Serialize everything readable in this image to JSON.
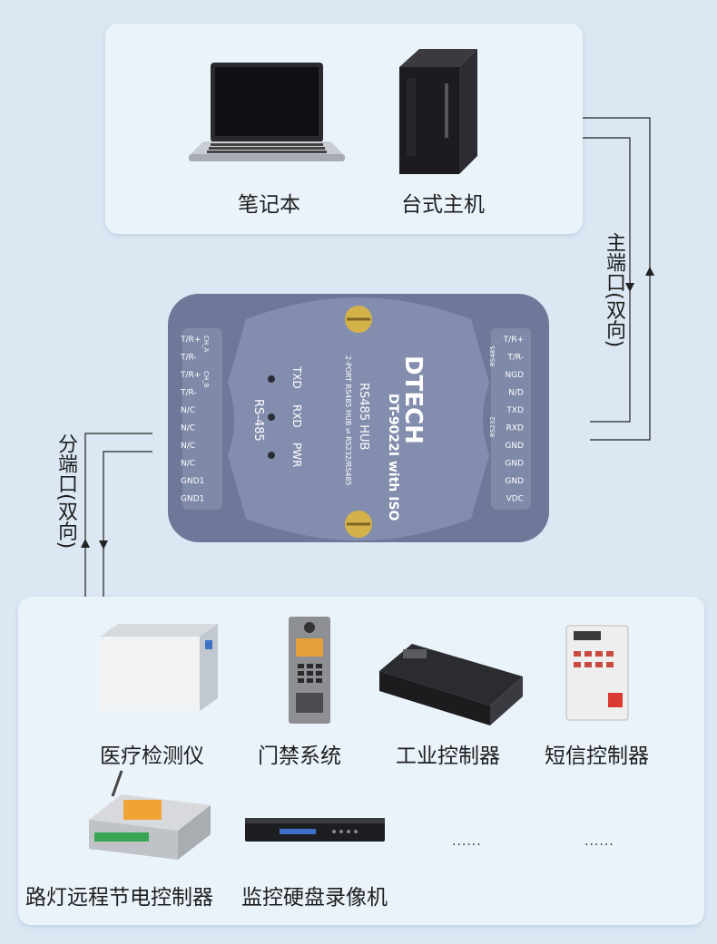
{
  "top": {
    "devices": [
      {
        "label": "笔记本",
        "icon": "laptop-icon"
      },
      {
        "label": "台式主机",
        "icon": "desktop-tower-icon"
      }
    ]
  },
  "labels": {
    "main_port": "主端口(双向)",
    "sub_port": "分端口(双向)"
  },
  "hub": {
    "brand": "DTECH",
    "model": "DT-9022I with ISO",
    "product": "RS485 HUB",
    "subtitle": "2-PORT RS485 HUB ⇌ RS232/RS485",
    "port_type": "RS-485",
    "leds": [
      "TXD",
      "RXD",
      "PWR"
    ],
    "left_pins": [
      "T/R+",
      "T/R-",
      "T/R+",
      "T/R-",
      "N/C",
      "N/C",
      "N/C",
      "N/C",
      "GND1",
      "GND1"
    ],
    "left_groups": [
      "CH_A",
      "CH_B"
    ],
    "right_pins": [
      "T/R+",
      "T/R-",
      "NGD",
      "N/D",
      "TXD",
      "RXD",
      "GND",
      "GND",
      "GND",
      "VDC"
    ],
    "right_groups": [
      "RS485",
      "RS232"
    ]
  },
  "bottom": {
    "devices": [
      {
        "label": "医疗检测仪",
        "icon": "medical-analyzer-icon"
      },
      {
        "label": "门禁系统",
        "icon": "door-access-panel-icon"
      },
      {
        "label": "工业控制器",
        "icon": "industrial-controller-icon"
      },
      {
        "label": "短信控制器",
        "icon": "sms-controller-icon"
      },
      {
        "label": "路灯远程节电控制器",
        "icon": "streetlight-controller-icon"
      },
      {
        "label": "监控硬盘录像机",
        "icon": "nvr-recorder-icon"
      },
      {
        "label": "......",
        "icon": ""
      },
      {
        "label": "......",
        "icon": ""
      }
    ]
  },
  "colors": {
    "background": "#dbe7f3",
    "panel": "#eaf2fa",
    "hub_body": "#6e7898",
    "terminal_green": "#2fb35a"
  }
}
